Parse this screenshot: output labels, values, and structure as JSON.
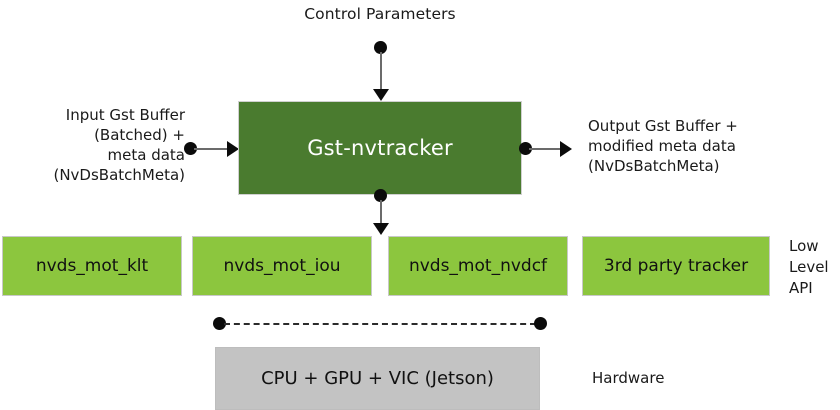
{
  "diagram": {
    "title": "Gst-nvtracker plugin block diagram",
    "colors": {
      "plugin_green": "#4a7b2f",
      "lowlevel_green": "#8cc63e",
      "hardware_gray": "#c3c3c3",
      "connector_gray": "#6b6b6b",
      "marker_black": "#0b0b0b",
      "text_black": "#1a1a1a",
      "plugin_text": "#ffffff"
    },
    "labels": {
      "control_parameters": "Control Parameters",
      "input_buffer": "Input Gst Buffer\n(Batched) +\nmeta data\n(NvDsBatchMeta)",
      "output_buffer": "Output Gst Buffer +\nmodified meta data\n(NvDsBatchMeta)",
      "low_level_api": "Low\nLevel\nAPI",
      "hardware": "Hardware"
    },
    "plugin_block": {
      "label": "Gst-nvtracker"
    },
    "low_level_blocks": [
      {
        "label": "nvds_mot_klt"
      },
      {
        "label": "nvds_mot_iou"
      },
      {
        "label": "nvds_mot_nvdcf"
      },
      {
        "label": "3rd party tracker"
      }
    ],
    "hardware_block": {
      "label": "CPU + GPU + VIC (Jetson)"
    },
    "connectors": [
      {
        "name": "control-parameters-arrow",
        "from": "Control Parameters",
        "to": "Gst-nvtracker",
        "style": "solid-arrow-down"
      },
      {
        "name": "input-buffer-arrow",
        "from": "Input Gst Buffer",
        "to": "Gst-nvtracker",
        "style": "solid-arrow-right"
      },
      {
        "name": "output-buffer-arrow",
        "from": "Gst-nvtracker",
        "to": "Output Gst Buffer",
        "style": "solid-arrow-right"
      },
      {
        "name": "plugin-to-lowlevel-arrow",
        "from": "Gst-nvtracker",
        "to": "low level trackers",
        "style": "solid-arrow-down"
      },
      {
        "name": "lowlevel-to-hardware-link",
        "from": "low level trackers",
        "to": "CPU + GPU + VIC (Jetson)",
        "style": "dashed"
      }
    ]
  }
}
